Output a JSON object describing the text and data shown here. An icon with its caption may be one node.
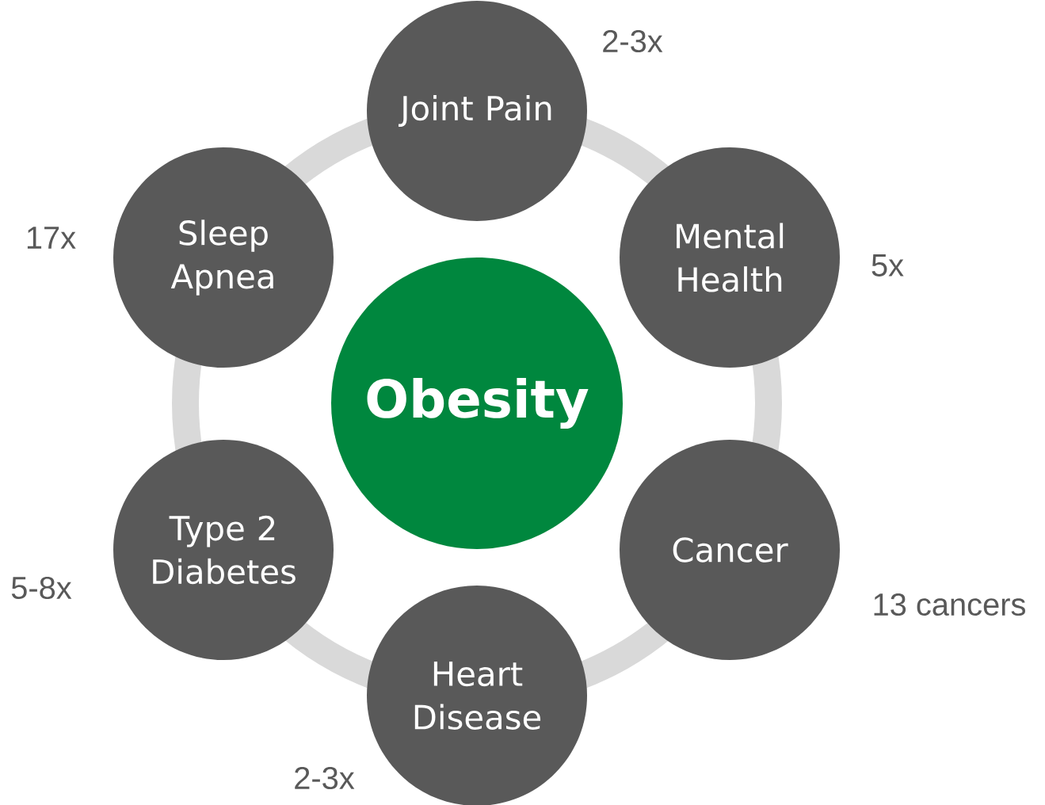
{
  "diagram": {
    "nodes": [
      {
        "text": [
          "Joint Pain"
        ],
        "beside": [
          "2-3x"
        ]
      },
      {
        "text": [
          "Sleep Apnea"
        ],
        "beside": [
          "17x"
        ]
      },
      {
        "text": [
          "Mental Health"
        ],
        "beside": [
          "5x"
        ]
      },
      {
        "text": [
          "Obesity"
        ]
      },
      {
        "text": [
          "Type 2 Diabetes"
        ],
        "beside": [
          "5-8x"
        ]
      },
      {
        "text": [
          "Cancer"
        ],
        "beside": [
          "13 cancers"
        ]
      },
      {
        "text": [
          "Heart Disease"
        ],
        "beside": [
          "2-3x"
        ]
      }
    ]
  }
}
